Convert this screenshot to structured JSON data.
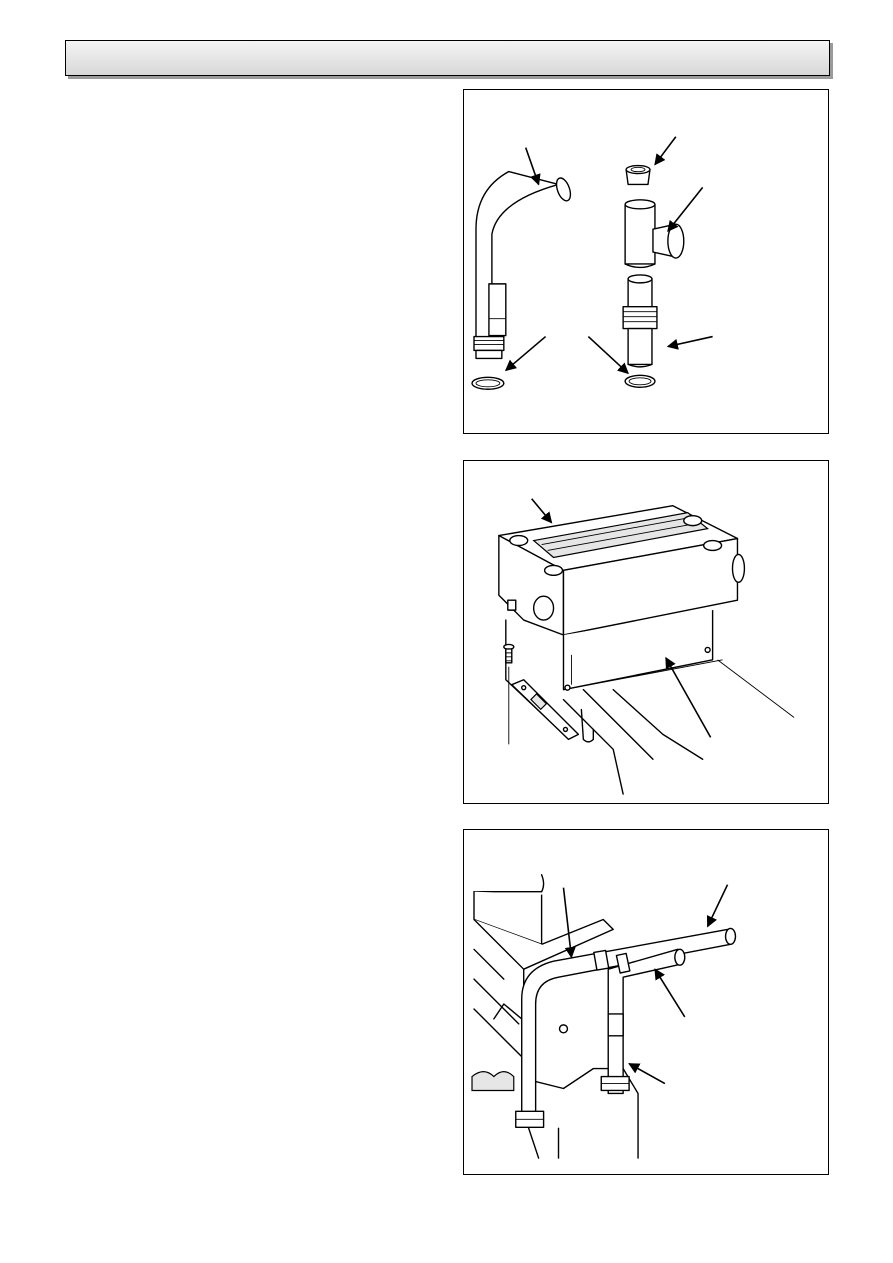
{
  "page": {
    "header_title": ""
  },
  "figures": [
    {
      "id": "fig1",
      "icons": [
        "flow-pipe-icon",
        "sealing-cap-icon",
        "tee-connector-icon",
        "adaptor-icon",
        "o-ring-icon"
      ]
    },
    {
      "id": "fig2",
      "icons": [
        "heat-exchanger-icon",
        "retaining-screw-icon",
        "bracket-icon"
      ]
    },
    {
      "id": "fig3",
      "icons": [
        "flow-pipe-icon",
        "return-pipe-icon",
        "union-nut-icon"
      ]
    }
  ]
}
